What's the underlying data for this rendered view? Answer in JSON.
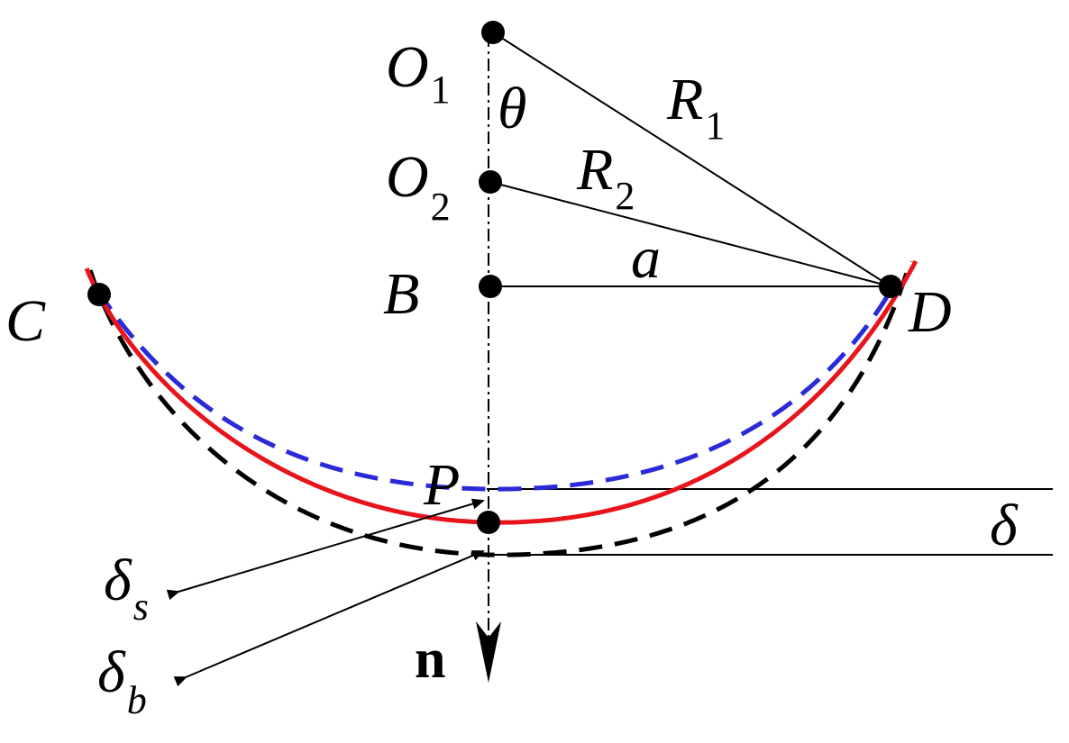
{
  "labels": {
    "O": "O",
    "O1_sub": "1",
    "O2_sub": "2",
    "theta": "θ",
    "R": "R",
    "R1_sub": "1",
    "R2_sub": "2",
    "a": "a",
    "B": "B",
    "C": "C",
    "D": "D",
    "P": "P",
    "delta": "δ",
    "delta_s_sub": "s",
    "delta_b_sub": "b",
    "n": "n"
  },
  "colors": {
    "solid_curve": "#e8141c",
    "blue_dashed_curve": "#2a2ad8",
    "black_dashed_curve": "#000000",
    "lines": "#000000"
  }
}
